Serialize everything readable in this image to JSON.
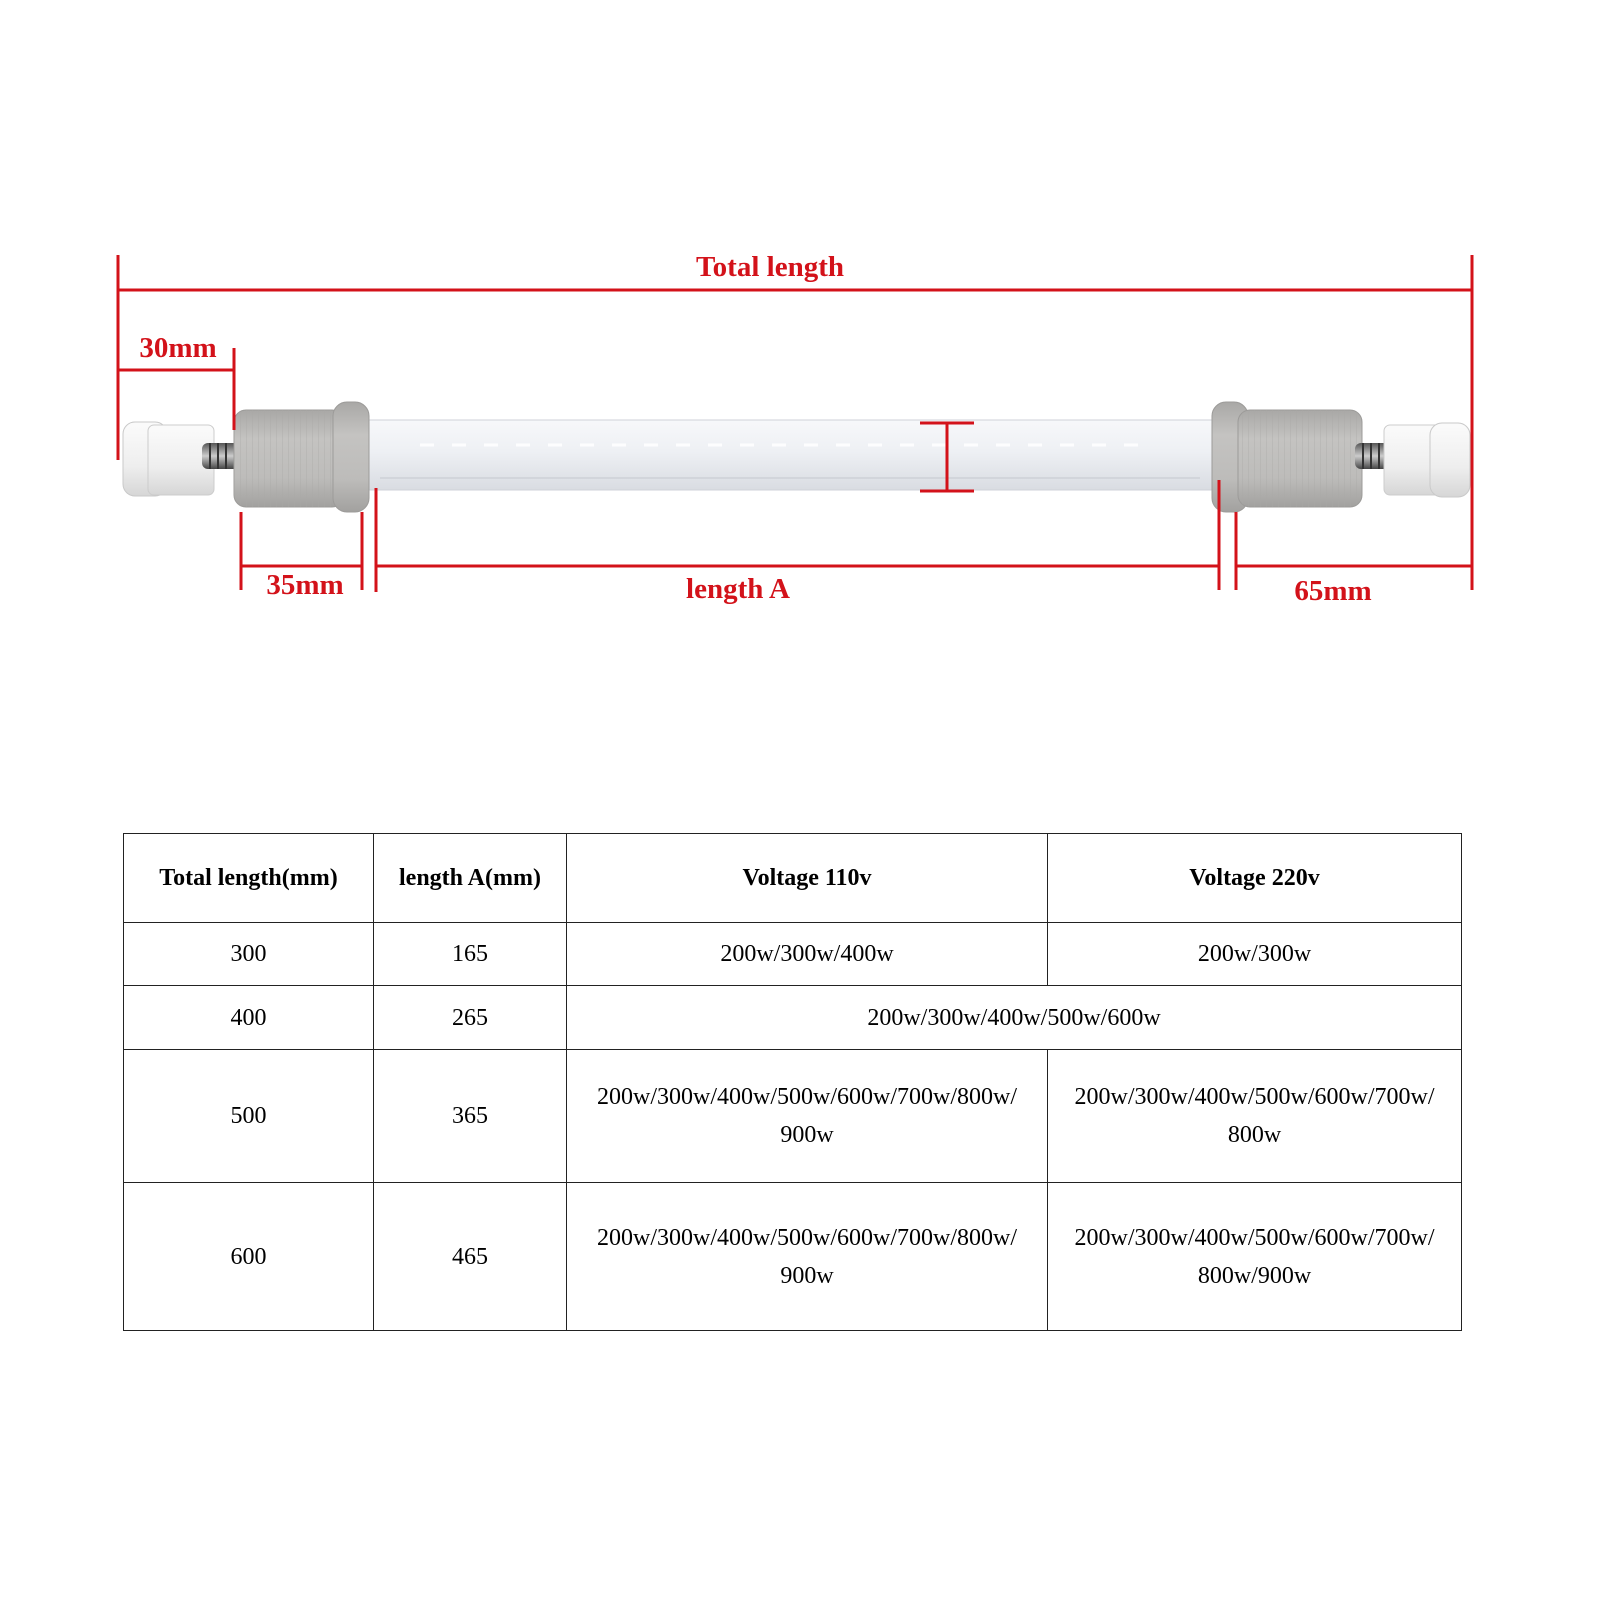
{
  "diagram": {
    "labels": {
      "total_length": "Total length",
      "left_cap": "30mm",
      "left_holder": "35mm",
      "length_a": "length A",
      "right_end": "65mm"
    },
    "colors": {
      "dimension": "#d3121a",
      "tube": "#e9ecf1",
      "holder": "#b9b8b6",
      "cap": "#f1f1f1"
    }
  },
  "table": {
    "headers": [
      "Total length(mm)",
      "length A(mm)",
      "Voltage 110v",
      "Voltage 220v"
    ],
    "rows": [
      {
        "total": "300",
        "a": "165",
        "v110": "200w/300w/400w",
        "v220": "200w/300w"
      },
      {
        "total": "400",
        "a": "265",
        "merged": "200w/300w/400w/500w/600w"
      },
      {
        "total": "500",
        "a": "365",
        "v110": "200w/300w/400w/500w/600w/700w/800w/ 900w",
        "v220": "200w/300w/400w/500w/600w/700w/ 800w"
      },
      {
        "total": "600",
        "a": "465",
        "v110": "200w/300w/400w/500w/600w/700w/800w/ 900w",
        "v220": "200w/300w/400w/500w/600w/700w/ 800w/900w"
      }
    ]
  }
}
